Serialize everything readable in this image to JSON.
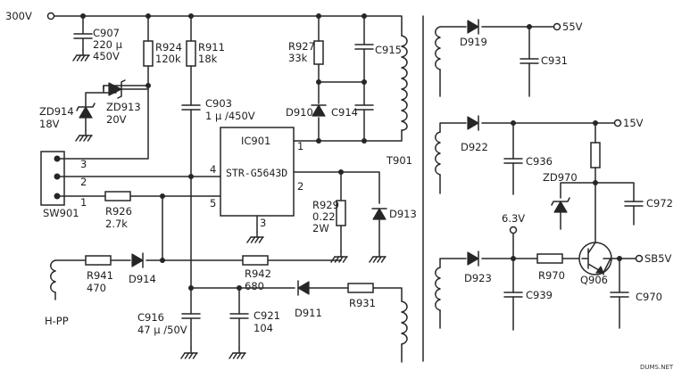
{
  "labels": {
    "v300": "300V",
    "c907": "C907",
    "c907v": "220 μ",
    "c907r": "450V",
    "r924": "R924",
    "r924v": "120k",
    "r911": "R911",
    "r911v": "18k",
    "c903": "C903",
    "c903v": "1 μ /450V",
    "r927": "R927",
    "r927v": "33k",
    "c915": "C915",
    "d910": "D910",
    "c914": "C914",
    "zd914": "ZD914",
    "zd914v": "18V",
    "zd913": "ZD913",
    "zd913v": "20V",
    "ic901": "IC901",
    "ic_part": "STR-G5643D",
    "p1": "1",
    "p2": "2",
    "p3": "3",
    "p4": "4",
    "p5": "5",
    "t901": "T901",
    "sw901": "SW901",
    "sw1": "1",
    "sw2": "2",
    "sw3": "3",
    "r926": "R926",
    "r926v": "2.7k",
    "r929": "R929",
    "r929v": "0.22",
    "r929p": "2W",
    "d913": "D913",
    "hpp": "H-PP",
    "r941": "R941",
    "r941v": "470",
    "d914": "D914",
    "r942": "R942",
    "r942v": "680",
    "d911": "D911",
    "r931": "R931",
    "c916": "C916",
    "c916v": "47 μ /50V",
    "c921": "C921",
    "c921v": "104",
    "d919": "D919",
    "v55": "55V",
    "c931": "C931",
    "d922": "D922",
    "v15": "15V",
    "c936": "C936",
    "zd970": "ZD970",
    "c972": "C972",
    "v63": "6.3V",
    "d923": "D923",
    "r970": "R970",
    "c939": "C939",
    "q906": "Q906",
    "sb5v": "SB5V",
    "c970": "C970",
    "watermark": "DUMS.NET"
  }
}
